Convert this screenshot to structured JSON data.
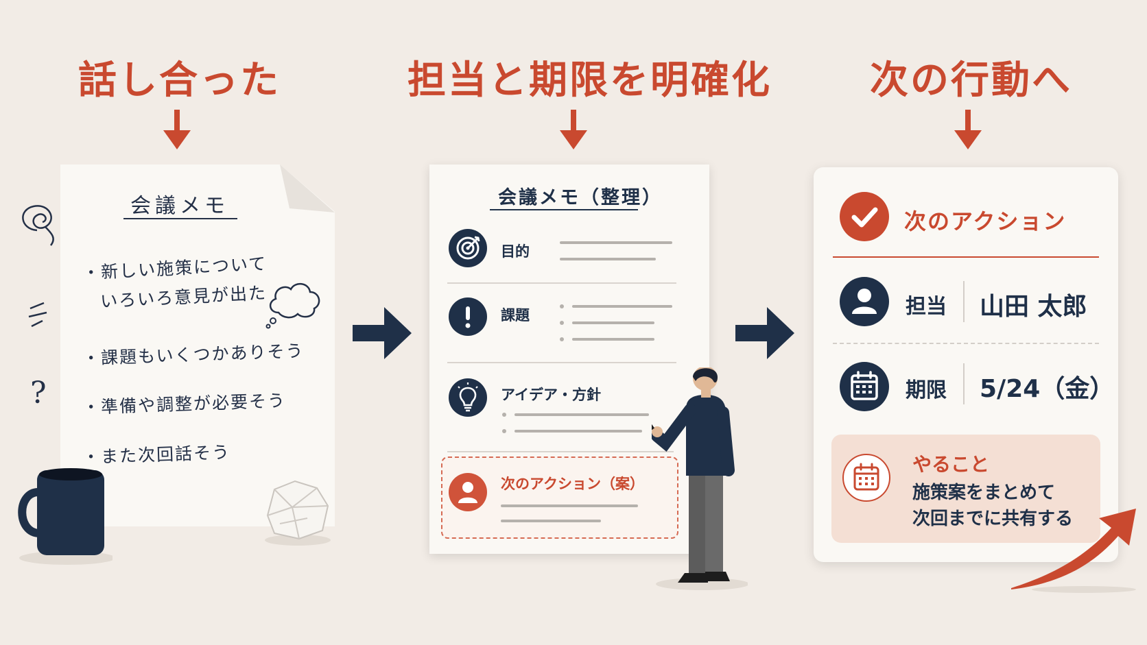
{
  "headings": {
    "step1": "話し合った",
    "step2": "担当と期限を明確化",
    "step3": "次の行動へ"
  },
  "memo": {
    "title": "会議メモ",
    "line1": "・新しい施策について",
    "line2": "いろいろ意見が出た",
    "line3": "・課題もいくつかありそう",
    "line4": "・準備や調整が必要そう",
    "line5": "・また次回話そう",
    "question_mark": "?"
  },
  "organized": {
    "title": "会議メモ（整理）",
    "sections": [
      {
        "label": "目的",
        "icon": "target-icon"
      },
      {
        "label": "課題",
        "icon": "exclamation-icon"
      },
      {
        "label": "アイデア・方針",
        "icon": "lightbulb-icon"
      },
      {
        "label": "次のアクション（案）",
        "icon": "person-icon"
      }
    ]
  },
  "action_card": {
    "title": "次のアクション",
    "owner_label": "担当",
    "owner_value": "山田 太郎",
    "deadline_label": "期限",
    "deadline_value": "5/24（金）",
    "todo_label": "やること",
    "todo_line1": "施策案をまとめて",
    "todo_line2": "次回までに共有する"
  },
  "colors": {
    "accent": "#c9492f",
    "navy": "#1f3048",
    "background": "#f2ece6",
    "paper": "#faf8f4"
  }
}
